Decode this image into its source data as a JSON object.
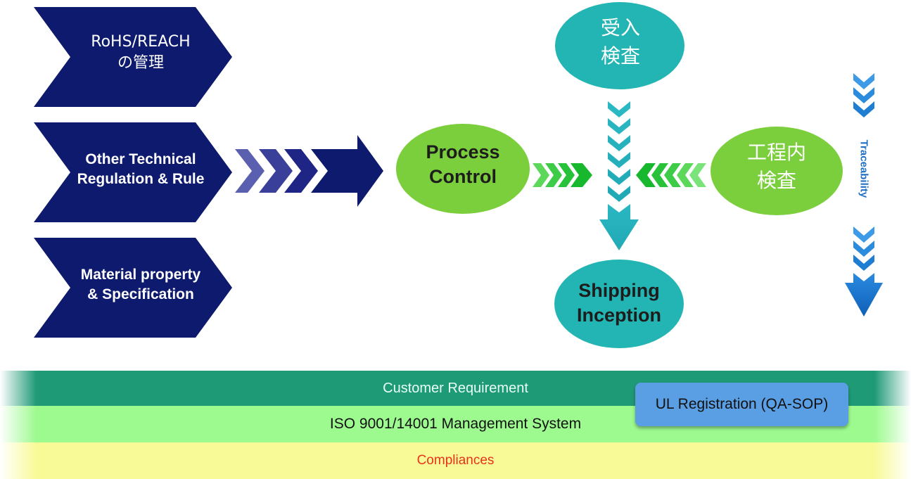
{
  "inputs": [
    {
      "id": "rohs",
      "lines": [
        "RoHS/REACH",
        "の管理"
      ]
    },
    {
      "id": "other",
      "lines": [
        "Other Technical",
        "Regulation & Rule"
      ]
    },
    {
      "id": "material",
      "lines": [
        "Material property",
        "& Specification"
      ]
    }
  ],
  "process_nodes": {
    "process_control": [
      "Process",
      "Control"
    ],
    "incoming_inspection": [
      "受入",
      "検査"
    ],
    "in_process_inspection": [
      "工程内",
      "検査"
    ],
    "shipping_inspection": [
      "Shipping",
      "Inception"
    ]
  },
  "traceability_label": "Traceability",
  "bands": {
    "customer": "Customer Requirement",
    "iso": "ISO 9001/14001 Management System",
    "compliances": "Compliances"
  },
  "ul_registration": "UL Registration (QA-SOP)",
  "colors": {
    "navy": "#0d1a6e",
    "green_node": "#7ccf3c",
    "teal_node": "#23b5b3",
    "trace_blue": "#1f6fc6",
    "band_customer": "#1f9a77",
    "band_iso": "#9dfa8f",
    "band_compliances": "#f8fa98",
    "ul_box": "#5a9ee3"
  }
}
